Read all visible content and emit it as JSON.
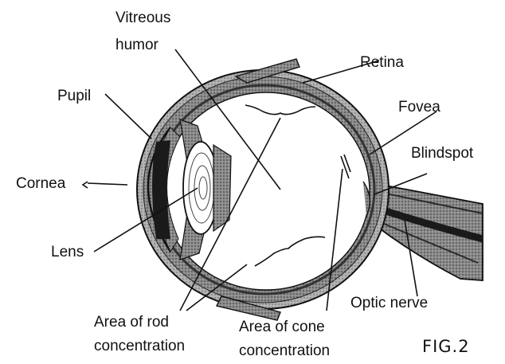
{
  "figure": {
    "label": "FIG.2",
    "labels": {
      "vitreous_humor_1": "Vitreous",
      "vitreous_humor_2": "humor",
      "retina": "Retina",
      "pupil": "Pupil",
      "fovea": "Fovea",
      "blindspot": "Blindspot",
      "cornea": "Cornea",
      "lens": "Lens",
      "optic_nerve": "Optic nerve",
      "rod_1": "Area of rod",
      "rod_2": "concentration",
      "cone_1": "Area of cone",
      "cone_2": "concentration"
    }
  }
}
